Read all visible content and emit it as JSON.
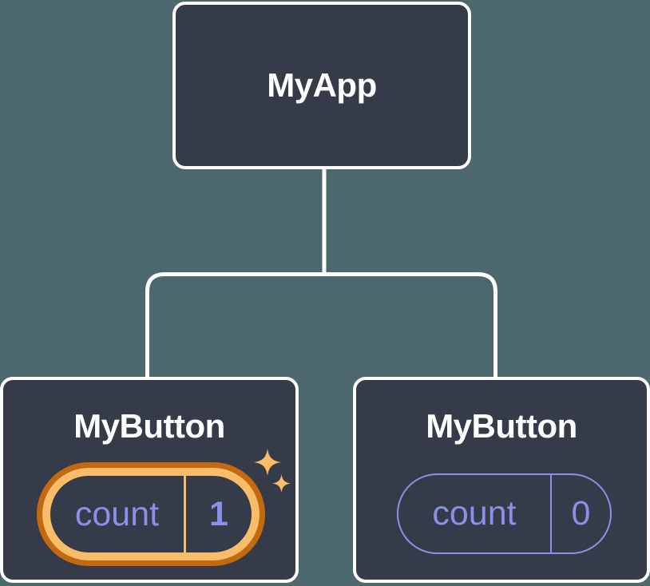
{
  "diagram_title": "react-component-tree",
  "colors": {
    "background": "#4d676e",
    "node-fill": "#353b48",
    "node-border": "#ffffff",
    "connector": "#ffffff",
    "purple": "#8a8fe8",
    "orange-outer": "#c4690f",
    "orange-inner": "#f9bd6a",
    "sparkle": "#f9bd6a"
  },
  "tree": {
    "root": {
      "label": "MyApp"
    },
    "children": [
      {
        "label": "MyButton",
        "state": {
          "name": "count",
          "value": "1"
        },
        "highlighted": true,
        "icon": "sparkle-icon"
      },
      {
        "label": "MyButton",
        "state": {
          "name": "count",
          "value": "0"
        },
        "highlighted": false
      }
    ]
  }
}
